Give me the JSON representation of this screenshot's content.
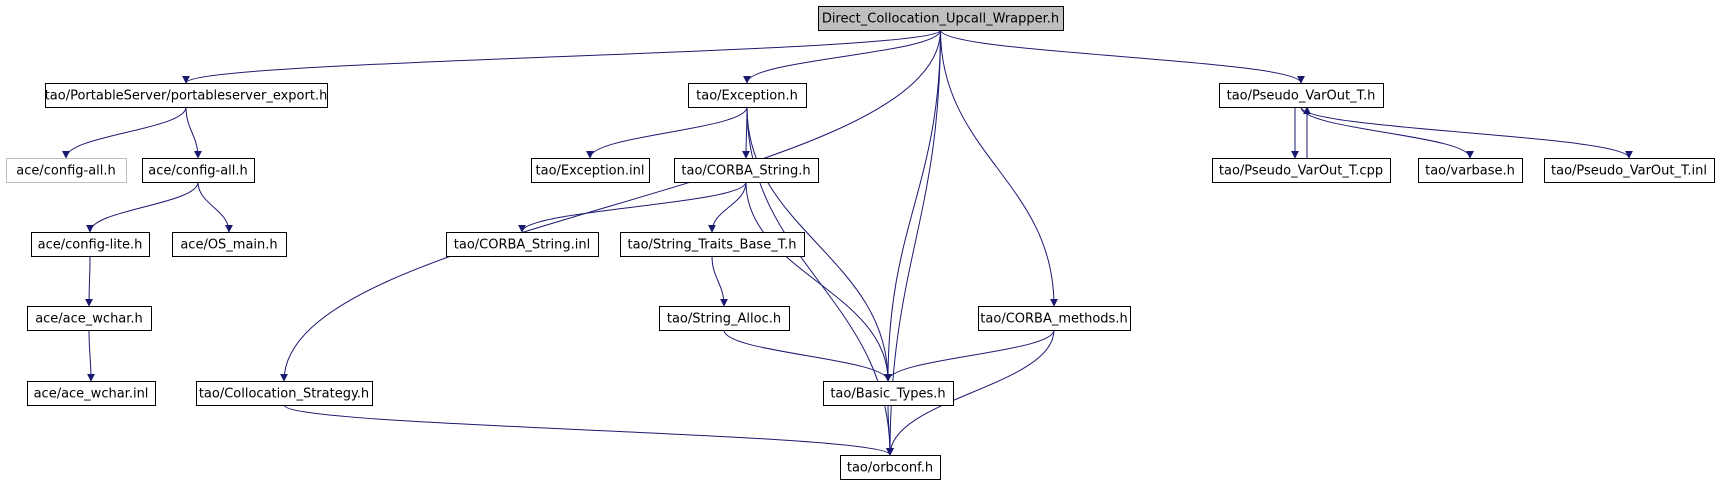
{
  "colors": {
    "edge": "#191970",
    "root_fill": "#bfbfbf",
    "node_border": "#000000",
    "missing_border": "#bfbfbf"
  },
  "nodes": [
    {
      "id": "root",
      "label": "Direct_Collocation_Upcall_Wrapper.h",
      "kind": "root"
    },
    {
      "id": "pse",
      "label": "tao/PortableServer/portableserver_export.h"
    },
    {
      "id": "exc",
      "label": "tao/Exception.h"
    },
    {
      "id": "pvo",
      "label": "tao/Pseudo_VarOut_T.h"
    },
    {
      "id": "cfg_missing",
      "label": "ace/config-all.h",
      "kind": "missing"
    },
    {
      "id": "cfg",
      "label": "ace/config-all.h"
    },
    {
      "id": "excinl",
      "label": "tao/Exception.inl"
    },
    {
      "id": "cstr",
      "label": "tao/CORBA_String.h"
    },
    {
      "id": "pvocpp",
      "label": "tao/Pseudo_VarOut_T.cpp"
    },
    {
      "id": "varbase",
      "label": "tao/varbase.h"
    },
    {
      "id": "pvoinl",
      "label": "tao/Pseudo_VarOut_T.inl"
    },
    {
      "id": "cfglite",
      "label": "ace/config-lite.h"
    },
    {
      "id": "osmain",
      "label": "ace/OS_main.h"
    },
    {
      "id": "cstrinl",
      "label": "tao/CORBA_String.inl"
    },
    {
      "id": "stb",
      "label": "tao/String_Traits_Base_T.h"
    },
    {
      "id": "wchar",
      "label": "ace/ace_wchar.h"
    },
    {
      "id": "salloc",
      "label": "tao/String_Alloc.h"
    },
    {
      "id": "cmeth",
      "label": "tao/CORBA_methods.h"
    },
    {
      "id": "wcharinl",
      "label": "ace/ace_wchar.inl"
    },
    {
      "id": "colls",
      "label": "tao/Collocation_Strategy.h"
    },
    {
      "id": "btypes",
      "label": "tao/Basic_Types.h"
    },
    {
      "id": "orbconf",
      "label": "tao/orbconf.h"
    }
  ],
  "edges": [
    [
      "root",
      "pse"
    ],
    [
      "root",
      "exc"
    ],
    [
      "root",
      "pvo"
    ],
    [
      "root",
      "colls"
    ],
    [
      "root",
      "btypes"
    ],
    [
      "root",
      "cmeth"
    ],
    [
      "root",
      "orbconf"
    ],
    [
      "pse",
      "cfg_missing"
    ],
    [
      "pse",
      "cfg"
    ],
    [
      "cfg",
      "cfglite"
    ],
    [
      "cfg",
      "osmain"
    ],
    [
      "cfglite",
      "wchar"
    ],
    [
      "wchar",
      "wcharinl"
    ],
    [
      "exc",
      "excinl"
    ],
    [
      "exc",
      "cstr"
    ],
    [
      "exc",
      "btypes"
    ],
    [
      "exc",
      "orbconf"
    ],
    [
      "cstr",
      "cstrinl"
    ],
    [
      "cstr",
      "stb"
    ],
    [
      "cstr",
      "btypes"
    ],
    [
      "stb",
      "salloc"
    ],
    [
      "salloc",
      "btypes"
    ],
    [
      "cmeth",
      "btypes"
    ],
    [
      "cmeth",
      "orbconf"
    ],
    [
      "btypes",
      "orbconf"
    ],
    [
      "colls",
      "orbconf"
    ],
    [
      "pvo",
      "pvocpp"
    ],
    [
      "pvocpp",
      "pvo"
    ],
    [
      "pvo",
      "varbase"
    ],
    [
      "pvo",
      "pvoinl"
    ]
  ]
}
